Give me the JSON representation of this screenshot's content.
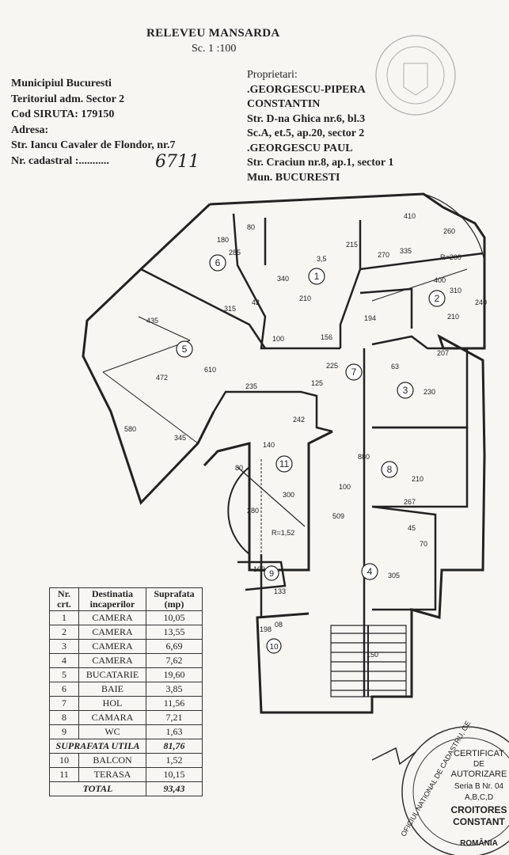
{
  "header": {
    "title": "RELEVEU MANSARDA",
    "scale": "Sc. 1 :100"
  },
  "location": {
    "line1": "Municipiul Bucuresti",
    "line2": "Teritoriul adm. Sector 2",
    "line3": "Cod SIRUTA: 179150",
    "line4": "Adresa:",
    "line5": "Str. Iancu Cavaler de Flondor, nr.7",
    "line6": "Nr. cadastral :..........."
  },
  "handwritten_number": "6711",
  "owners": {
    "label": "Proprietari:",
    "line1": ".GEORGESCU-PIPERA",
    "line2": "CONSTANTIN",
    "line3": "Str. D-na Ghica nr.6, bl.3",
    "line4": "Sc.A, et.5, ap.20, sector 2",
    "line5": ".GEORGESCU PAUL",
    "line6": "Str. Craciun nr.8, ap.1, sector 1",
    "line7": "Mun. BUCURESTI"
  },
  "rooms_table": {
    "headers": [
      "Nr. crt.",
      "Destinatia incaperilor",
      "Suprafata (mp)"
    ],
    "rows": [
      {
        "nr": "1",
        "dest": "CAMERA",
        "area": "10,05"
      },
      {
        "nr": "2",
        "dest": "CAMERA",
        "area": "13,55"
      },
      {
        "nr": "3",
        "dest": "CAMERA",
        "area": "6,69"
      },
      {
        "nr": "4",
        "dest": "CAMERA",
        "area": "7,62"
      },
      {
        "nr": "5",
        "dest": "BUCATARIE",
        "area": "19,60"
      },
      {
        "nr": "6",
        "dest": "BAIE",
        "area": "3,85"
      },
      {
        "nr": "7",
        "dest": "HOL",
        "area": "11,56"
      },
      {
        "nr": "8",
        "dest": "CAMARA",
        "area": "7,21"
      },
      {
        "nr": "9",
        "dest": "WC",
        "area": "1,63"
      }
    ],
    "util_label": "SUPRAFATA UTILA",
    "util_value": "81,76",
    "extra_rows": [
      {
        "nr": "10",
        "dest": "BALCON",
        "area": "1,52"
      },
      {
        "nr": "11",
        "dest": "TERASA",
        "area": "10,15"
      }
    ],
    "total_label": "TOTAL",
    "total_value": "93,43"
  },
  "plan_labels": {
    "rooms": [
      "1",
      "2",
      "3",
      "4",
      "5",
      "6",
      "7",
      "8",
      "9",
      "10",
      "11"
    ],
    "dims": [
      "80",
      "180",
      "285",
      "215",
      "3,5",
      "340",
      "210",
      "42",
      "270",
      "335",
      "410",
      "400",
      "310",
      "R=200",
      "260",
      "240",
      "210",
      "435",
      "315",
      "156",
      "100",
      "225",
      "63",
      "207",
      "230",
      "235",
      "125",
      "610",
      "472",
      "242",
      "345",
      "580",
      "140",
      "80",
      "300",
      "280",
      "R=1,52",
      "100",
      "267",
      "880",
      "210",
      "509",
      "45",
      "70",
      "305",
      "100",
      "133",
      "08",
      "198",
      "150",
      "194"
    ]
  },
  "certificate": {
    "ring_text": "OFICIUL NATIONAL DE CADASTRU, GE",
    "line1": "CERTIFICAT",
    "line2": "DE",
    "line3": "AUTORIZARE",
    "line4": "Seria B Nr. 04",
    "line5": "A,B,C,D",
    "line6": "CROITORES",
    "line7": "CONSTANT",
    "line8": "ROMÂNIA"
  }
}
